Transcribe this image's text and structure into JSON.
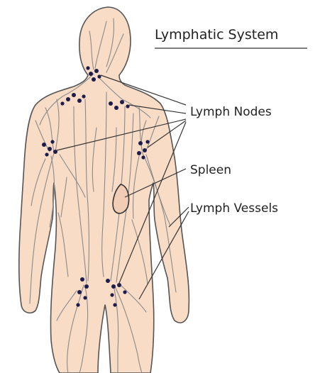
{
  "diagram": {
    "title": "Lymphatic System",
    "labels": {
      "lymph_nodes": "Lymph Nodes",
      "spleen": "Spleen",
      "lymph_vessels": "Lymph Vessels"
    },
    "colors": {
      "skin": "#f9dcc6",
      "outline": "#555555",
      "vessel": "#8a8a8a",
      "node": "#1e1b4d",
      "leader": "#333333",
      "text": "#222222"
    }
  }
}
